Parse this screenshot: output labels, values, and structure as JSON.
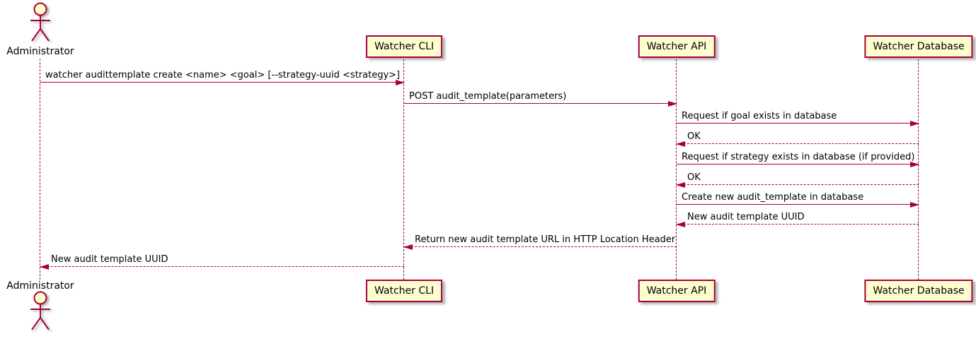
{
  "diagram": {
    "type": "sequence",
    "colors": {
      "box_fill": "#FEFECE",
      "border": "#A80036",
      "arrow": "#A80036",
      "text": "#000000"
    },
    "actors": [
      {
        "id": "administrator",
        "label": "Administrator",
        "kind": "actor"
      },
      {
        "id": "watcher-cli",
        "label": "Watcher CLI",
        "kind": "participant"
      },
      {
        "id": "watcher-api",
        "label": "Watcher API",
        "kind": "participant"
      },
      {
        "id": "watcher-database",
        "label": "Watcher Database",
        "kind": "participant"
      }
    ],
    "messages": [
      {
        "from": "administrator",
        "to": "watcher-cli",
        "style": "solid",
        "label": "watcher audittemplate create <name> <goal> [--strategy-uuid <strategy>]"
      },
      {
        "from": "watcher-cli",
        "to": "watcher-api",
        "style": "solid",
        "label": "POST audit_template(parameters)"
      },
      {
        "from": "watcher-api",
        "to": "watcher-database",
        "style": "solid",
        "label": "Request if goal exists in database"
      },
      {
        "from": "watcher-database",
        "to": "watcher-api",
        "style": "dashed",
        "label": "OK"
      },
      {
        "from": "watcher-api",
        "to": "watcher-database",
        "style": "solid",
        "label": "Request if strategy exists in database (if provided)"
      },
      {
        "from": "watcher-database",
        "to": "watcher-api",
        "style": "dashed",
        "label": "OK"
      },
      {
        "from": "watcher-api",
        "to": "watcher-database",
        "style": "solid",
        "label": "Create new audit_template in database"
      },
      {
        "from": "watcher-database",
        "to": "watcher-api",
        "style": "dashed",
        "label": "New audit template UUID"
      },
      {
        "from": "watcher-api",
        "to": "watcher-cli",
        "style": "dashed",
        "label": "Return new audit template URL in HTTP Location Header"
      },
      {
        "from": "watcher-cli",
        "to": "administrator",
        "style": "dashed",
        "label": "New audit template UUID"
      }
    ]
  }
}
